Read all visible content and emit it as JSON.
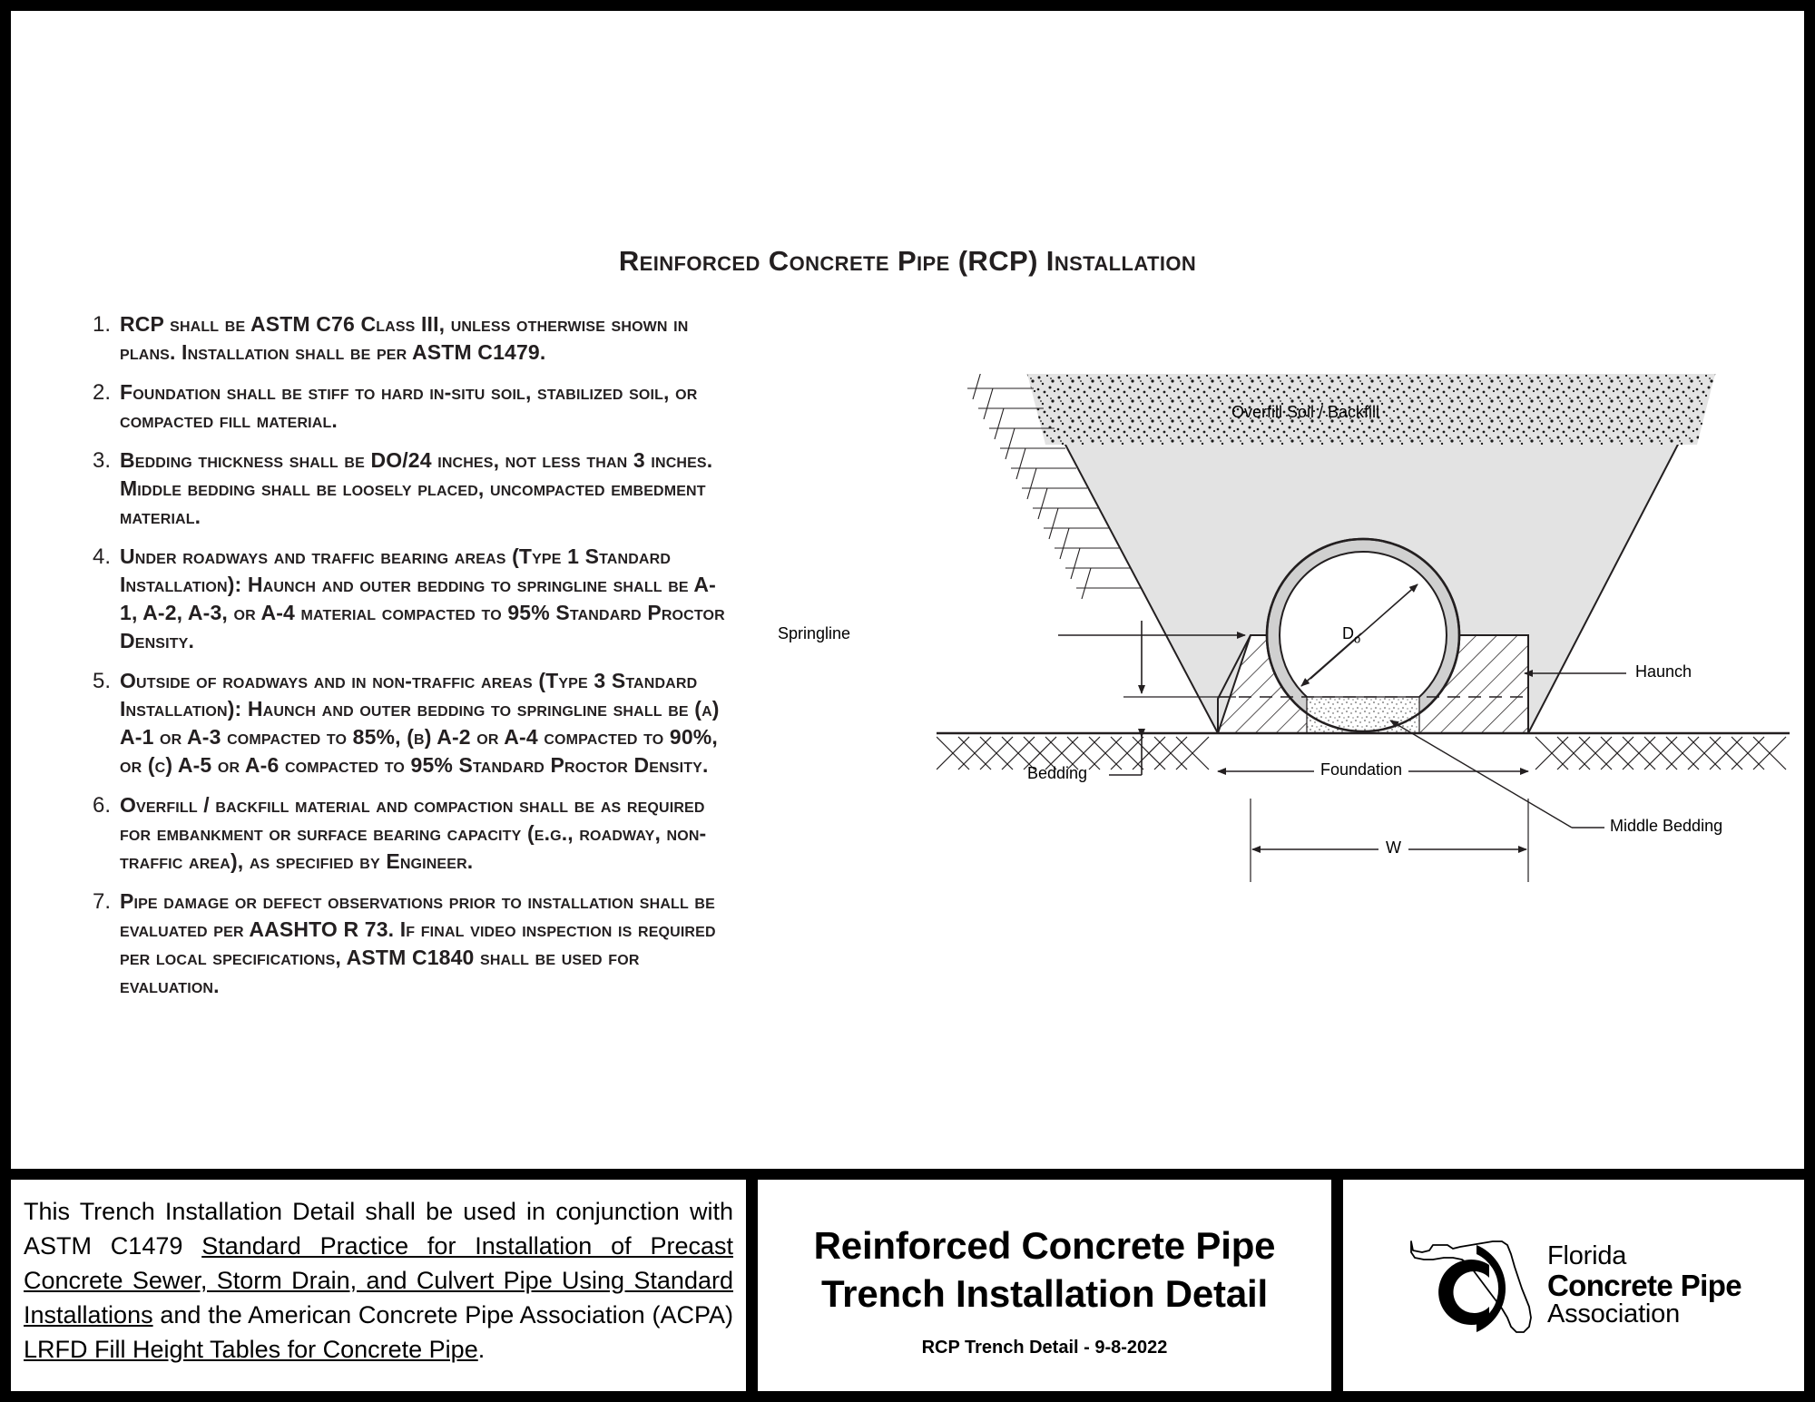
{
  "document": {
    "main_title": "Reinforced Concrete Pipe (RCP) Installation"
  },
  "notes": [
    {
      "num": "1.",
      "text": "RCP shall be ASTM C76 Class III, unless otherwise shown in plans.  Installation shall be per ASTM C1479."
    },
    {
      "num": "2.",
      "text": "Foundation shall be stiff to hard in-situ soil, stabilized soil, or compacted fill material."
    },
    {
      "num": "3.",
      "text": "Bedding thickness shall be DO/24 inches, not less than 3 inches. Middle bedding shall be loosely placed, uncompacted embedment material."
    },
    {
      "num": "4.",
      "text": "Under roadways and traffic bearing areas (Type 1 Standard Installation): Haunch and outer bedding to springline shall be A-1, A-2, A-3, or A-4 material compacted to 95% Standard Proctor Density."
    },
    {
      "num": "5.",
      "text": "Outside of roadways and in non-traffic areas (Type 3 Standard Installation): Haunch and outer bedding to springline shall be (a) A-1 or A-3 compacted to 85%, (b) A-2 or A-4 compacted to 90%, or (c) A-5 or A-6 compacted to 95% Standard Proctor Density."
    },
    {
      "num": "6.",
      "text": "Overfill / backfill material and compaction shall be as required for embankment or surface bearing capacity (e.g., roadway, non-traffic area), as specified by Engineer."
    },
    {
      "num": "7.",
      "text": "Pipe damage or defect observations prior to installation shall be evaluated per AASHTO R 73.  If final video inspection is required per local specifications, ASTM C1840 shall be used for evaluation."
    }
  ],
  "diagram": {
    "labels": {
      "overfill": "Overfill Soil / Backfill",
      "springline": "Springline",
      "haunch": "Haunch",
      "pipe_diameter": "D",
      "pipe_diameter_sub": "o",
      "foundation": "Foundation",
      "bedding": "Bedding",
      "middle_bedding": "Middle Bedding",
      "trench_width": "W"
    },
    "colors": {
      "backfill_fill": "#e3e3e3",
      "pipe_wall_fill": "#d0d0d0",
      "line": "#231f20"
    }
  },
  "footnote": {
    "seg1": "This Trench Installation Detail shall be used in conjunction with ASTM C1479 ",
    "seg2_underlined": "Standard Practice for Installation of Precast Concrete Sewer, Storm Drain, and Culvert Pipe Using Standard Installations",
    "seg3": " and the American Concrete Pipe Association (ACPA) ",
    "seg4_underlined": "LRFD Fill Height Tables for Concrete Pipe",
    "seg5": "."
  },
  "title_block": {
    "line1": "Reinforced Concrete Pipe",
    "line2": "Trench Installation Detail",
    "subtitle": "RCP Trench Detail - 9-8-2022"
  },
  "logo": {
    "line1": "Florida",
    "line2": "Concrete Pipe",
    "line3": "Association",
    "mark_name": "florida-state-outline-with-pipe-ring"
  }
}
